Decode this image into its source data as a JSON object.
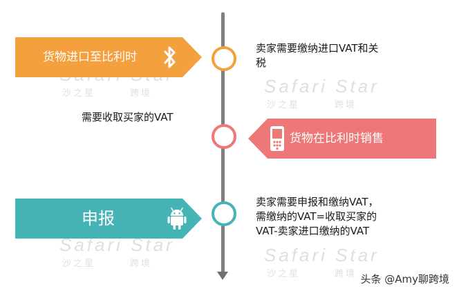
{
  "events": [
    {
      "banner_label": "货物进口至比利时",
      "description": [
        "卖家需要缴纳进口VAT和关",
        "税"
      ],
      "color": "#f4a03f",
      "icon": "bluetooth-icon"
    },
    {
      "banner_label": "货物在比利时销售",
      "description": [
        "需要收取买家的VAT"
      ],
      "color": "#ee7878",
      "icon": "mobile-phone-icon"
    },
    {
      "banner_label": "申报",
      "description": [
        "卖家需要申报和缴纳VAT，",
        "需缴纳的VAT=收取买家的",
        "VAT-卖家进口缴纳的VAT"
      ],
      "color": "#46b3b6",
      "icon": "android-icon"
    }
  ],
  "watermark": {
    "brand": "Safari Star",
    "sub_left": "沙之星",
    "sub_right": "跨境"
  },
  "footer": "头条 @Amy聊跨境"
}
